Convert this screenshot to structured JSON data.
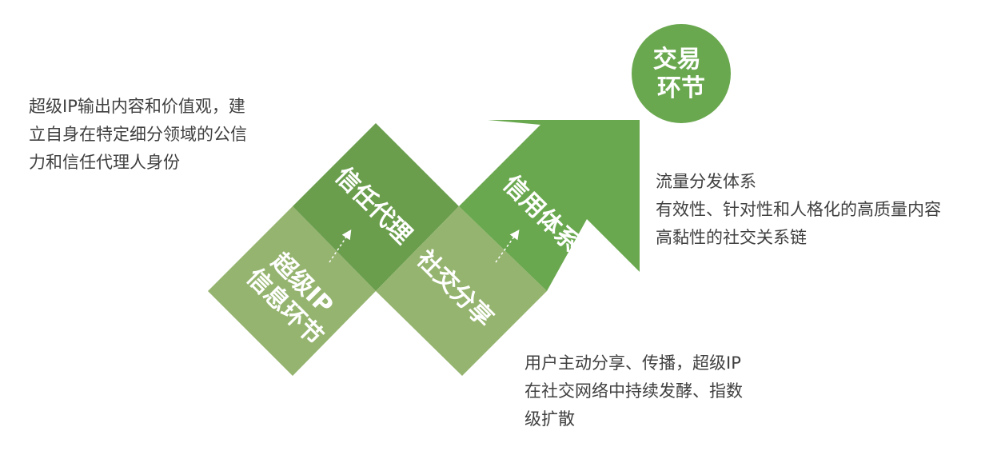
{
  "colors": {
    "light": "#95b46f",
    "dark": "#6a9e4d",
    "arrow": "#6aa84f",
    "circle": "#6aa84f",
    "text": "#404040"
  },
  "stages": {
    "first_lower": [
      "超级IP",
      "信息环节"
    ],
    "first_upper": "信任代理",
    "second_lower": "社交分享",
    "second_upper": "信用体系"
  },
  "circle": {
    "lines": [
      "交易",
      "环节"
    ]
  },
  "notes": {
    "left": [
      "超级IP输出内容和价值观，建",
      "立自身在特定细分领域的公信",
      "力和信任代理人身份"
    ],
    "right": [
      "流量分发体系",
      "有效性、针对性和人格化的高质量内容",
      "高黏性的社交关系链"
    ],
    "bottom": [
      "用户主动分享、传播，超级IP",
      "在社交网络中持续发酵、指数",
      "级扩散"
    ]
  }
}
